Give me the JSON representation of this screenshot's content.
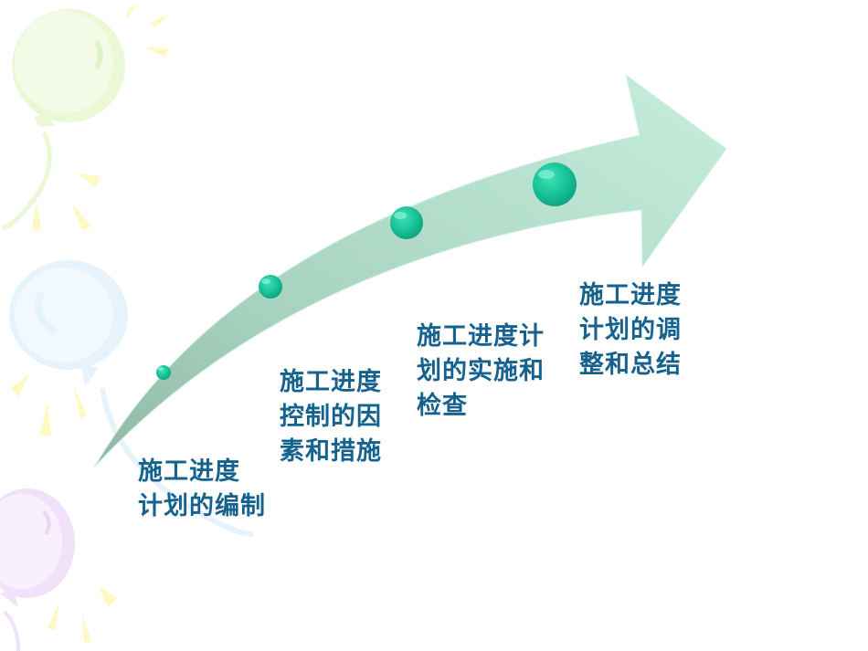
{
  "slide": {
    "type": "growth-arrow-process",
    "colors": {
      "arrow_fill_light": "#c5eedd",
      "arrow_fill_dark": "#8fb8a6",
      "marker_fill": "#19c29a",
      "marker_highlight": "#8ff0d5",
      "text": "#16628e",
      "balloon_green": "#eaf8d6",
      "balloon_blue": "#e6f3fd",
      "balloon_purple": "#f1e2fa",
      "sparkle_yellow": "#fdf9c0"
    }
  },
  "stages": [
    {
      "step": 1,
      "lines": [
        "施工进度",
        "计划的编制"
      ]
    },
    {
      "step": 2,
      "lines": [
        "施工进度",
        "控制的因",
        "素和措施"
      ]
    },
    {
      "step": 3,
      "lines": [
        "施工进度计",
        "划的实施和",
        "检查"
      ]
    },
    {
      "step": 4,
      "lines": [
        "施工进度",
        "计划的调",
        "整和总结"
      ]
    }
  ]
}
